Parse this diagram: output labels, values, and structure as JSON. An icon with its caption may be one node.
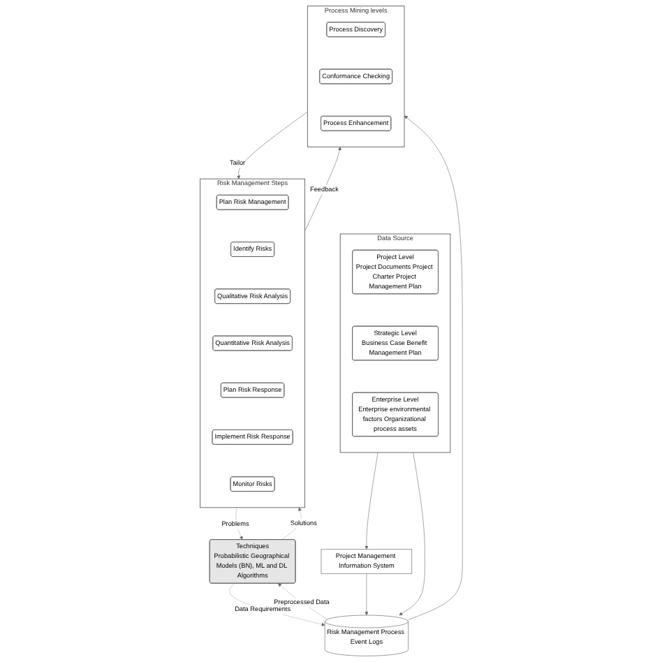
{
  "diagram": {
    "nodes": [
      {
        "text": [
          "Data Source"
        ]
      },
      {
        "text": [
          "Project Level",
          "Project Documents Project Charter Project Management Plan"
        ],
        "in": 0
      },
      {
        "text": [
          "Strategic Level",
          "Business Case Benefit Management Plan"
        ],
        "in": 0
      },
      {
        "text": [
          "Enterprise Level",
          "Enterprise environmental factors Organizational process assets"
        ],
        "in": 0
      },
      {
        "text": [
          "Project Management Information System"
        ]
      },
      {
        "text": [
          "Risk Management Process Event Logs"
        ]
      },
      {
        "text": [
          "Risk Management Steps"
        ]
      },
      {
        "text": [
          "Plan Risk Management"
        ],
        "in": 6
      },
      {
        "text": [
          "Identify Risks"
        ],
        "in": 6
      },
      {
        "text": [
          "Qualitative Risk Analysis"
        ],
        "in": 6
      },
      {
        "text": [
          "Quantitative Risk Analysis"
        ],
        "in": 6
      },
      {
        "text": [
          "Plan Risk Response"
        ],
        "in": 6
      },
      {
        "text": [
          "Implement Risk Response"
        ],
        "in": 6
      },
      {
        "text": [
          "Monitor Risks"
        ],
        "in": 6
      },
      {
        "text": [
          "Process Mining levels"
        ]
      },
      {
        "text": [
          "Process Discovery"
        ],
        "in": 14
      },
      {
        "text": [
          "Conformance Checking"
        ],
        "in": 14
      },
      {
        "text": [
          "Process Enhancement"
        ],
        "in": 14
      },
      {
        "text": [
          "Techniques",
          "Probabilistic Geographical Models (BN), ML and DL Algorithms"
        ]
      }
    ],
    "edges": [
      {
        "from": 0,
        "to": 4,
        "arrow": "to"
      },
      {
        "from": 4,
        "to": 5,
        "arrow": "to"
      },
      {
        "from": 0,
        "to": 5,
        "arrow": "to"
      },
      {
        "from": 5,
        "to": 14,
        "arrow": "to"
      },
      {
        "from": 14,
        "to": 6,
        "arrow": "to",
        "label": "Tailor"
      },
      {
        "from": 6,
        "to": 14,
        "arrow": "to",
        "label": "Feedback"
      },
      {
        "from": 6,
        "to": 18,
        "arrow": "to",
        "label": "Problems",
        "style": "dashed"
      },
      {
        "from": 18,
        "to": 6,
        "arrow": "to",
        "label": "Solutions",
        "style": "dashed"
      },
      {
        "from": 18,
        "to": 5,
        "arrow": "to",
        "label": "Data Requirements",
        "style": "dashed"
      },
      {
        "from": 5,
        "to": 18,
        "arrow": "to",
        "label": "Preprocessed Data",
        "style": "dashed"
      }
    ]
  }
}
